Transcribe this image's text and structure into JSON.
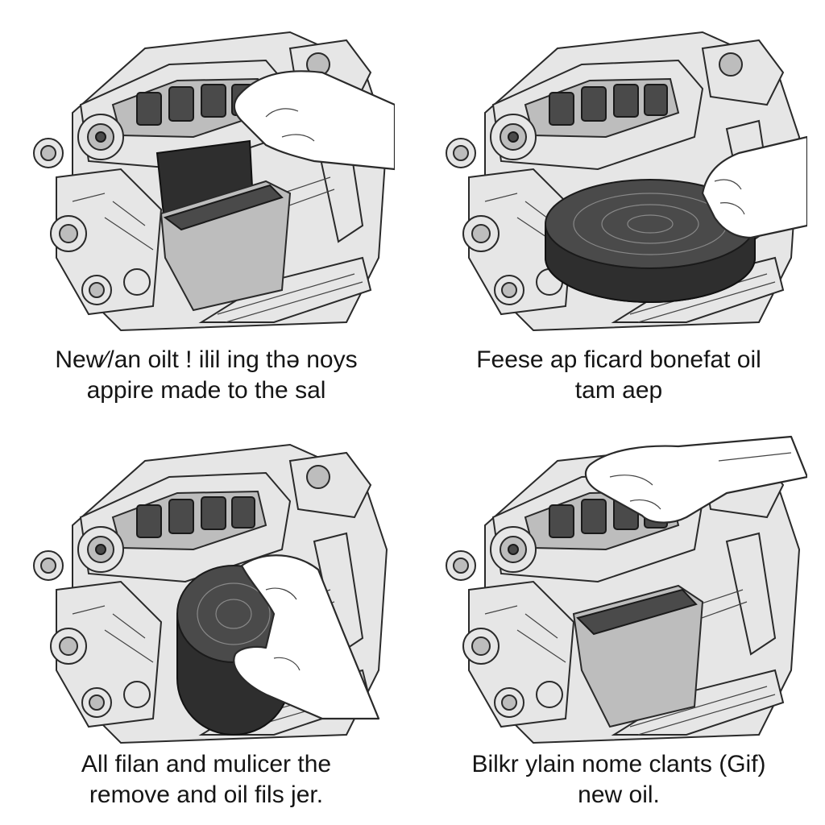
{
  "panels": [
    {
      "id": "step-1",
      "caption_line1": "New⁄/an oilt ! ilil ing thə noys",
      "caption_line2": "appire made to the sal",
      "action": "insert-filter"
    },
    {
      "id": "step-2",
      "caption_line1": "Feese ap ficard bonefat oil",
      "caption_line2": "tam aep",
      "action": "hold-filter"
    },
    {
      "id": "step-3",
      "caption_line1": "All filan and mulicer the",
      "caption_line2": "remove and oil fils jer.",
      "action": "twist-filter"
    },
    {
      "id": "step-4",
      "caption_line1": "Bilkr ylain nome clants (Gif)",
      "caption_line2": "new oil.",
      "action": "reach-engine"
    }
  ],
  "icons": {
    "engine": "engine-illustration-icon",
    "hand": "hand-icon",
    "filter_box": "filter-box-icon",
    "filter_round": "round-filter-icon"
  },
  "colors": {
    "background": "#ffffff",
    "line": "#2a2a2a",
    "engine_fill": "#e6e6e6",
    "part_dark": "#4a4a4a"
  }
}
